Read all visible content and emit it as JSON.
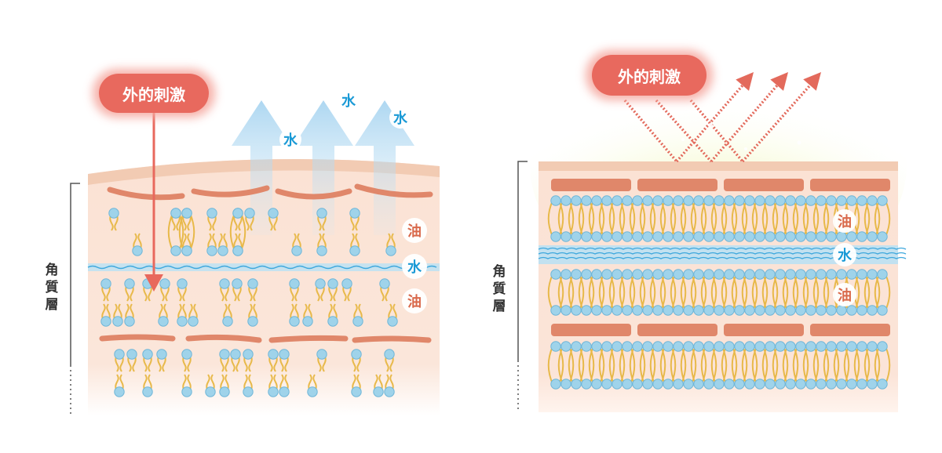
{
  "left_panel": {
    "stimulus_label": "外的刺激",
    "water_label": "水",
    "oil_label": "油",
    "stratum_label": [
      "角",
      "質",
      "層"
    ]
  },
  "right_panel": {
    "stimulus_label": "外的刺激",
    "water_label": "水",
    "oil_label": "油",
    "stratum_label": [
      "角",
      "質",
      "層"
    ]
  },
  "colors": {
    "skin_background": "#fbe4d8",
    "skin_surface": "#f3cdb6",
    "corneocyte": "#e0876a",
    "lipid_head": "#9fd3ea",
    "lipid_tail": "#e8b94a",
    "water_band": "#7cc8ec",
    "water_text": "#1a9ad6",
    "oil_text": "#d9694b",
    "stimulus_pill": "#e8695e",
    "stimulus_arrow": "#e8685d",
    "water_arrow": "#a9d6f1",
    "glow": "#eef7a8"
  }
}
